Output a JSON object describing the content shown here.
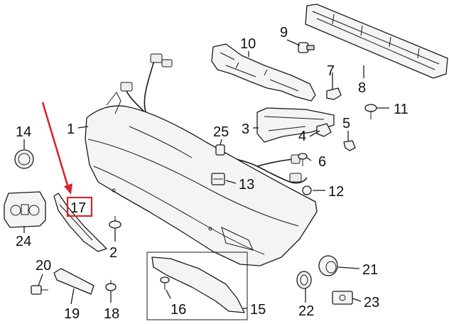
{
  "diagram": {
    "callouts": {
      "c1": "1",
      "c2": "2",
      "c3": "3",
      "c4": "4",
      "c5": "5",
      "c6": "6",
      "c7": "7",
      "c8": "8",
      "c9": "9",
      "c10": "10",
      "c11": "11",
      "c12": "12",
      "c13": "13",
      "c14": "14",
      "c15": "15",
      "c16": "16",
      "c17": "17",
      "c18": "18",
      "c19": "19",
      "c20": "20",
      "c21": "21",
      "c22": "22",
      "c23": "23",
      "c24": "24",
      "c25": "25"
    },
    "highlight": {
      "part": "17",
      "color": "#d8262c"
    }
  }
}
